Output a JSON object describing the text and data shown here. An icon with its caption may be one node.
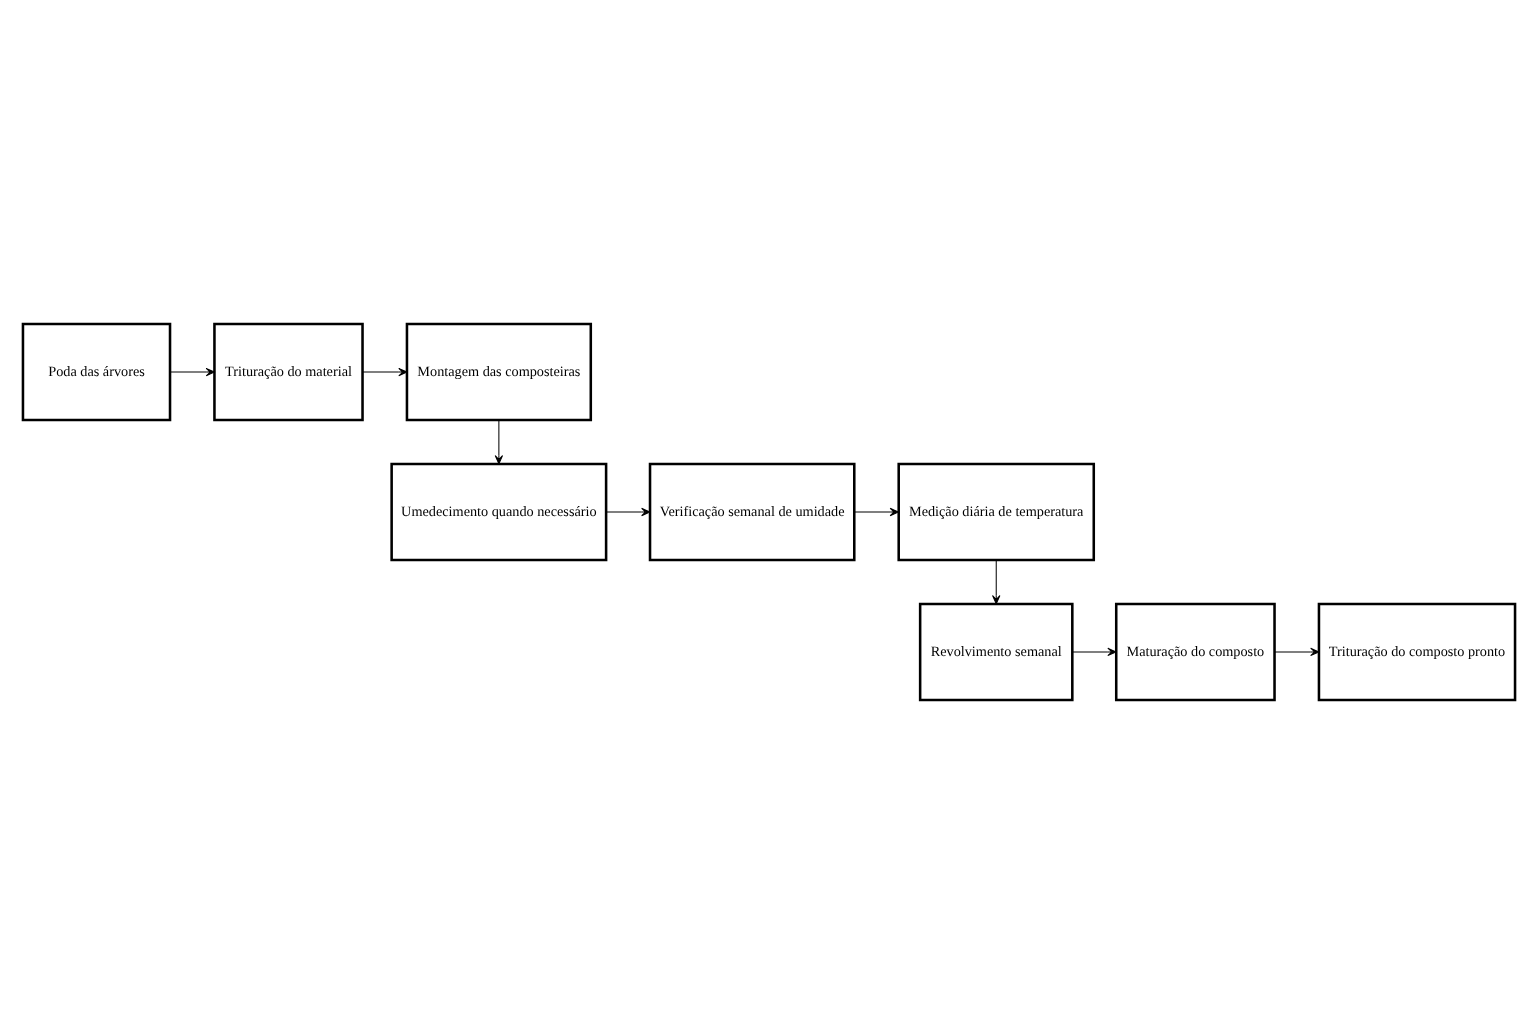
{
  "diagram": {
    "nodes": [
      {
        "text": [
          "Poda das árvores"
        ]
      },
      {
        "text": [
          "Trituração do material"
        ]
      },
      {
        "text": [
          "Montagem das composteiras"
        ]
      },
      {
        "text": [
          "Umedecimento quando necessário"
        ]
      },
      {
        "text": [
          "Verificação semanal de umidade"
        ]
      },
      {
        "text": [
          "Medição diária de temperatura"
        ]
      },
      {
        "text": [
          "Revolvimento semanal"
        ]
      },
      {
        "text": [
          "Maturação do composto"
        ]
      },
      {
        "text": [
          "Trituração do composto pronto"
        ]
      }
    ],
    "edges": [
      {
        "from": 0,
        "to": 1,
        "arrow": "to"
      },
      {
        "from": 1,
        "to": 2,
        "arrow": "to"
      },
      {
        "from": 2,
        "to": 3,
        "arrow": "to"
      },
      {
        "from": 3,
        "to": 4,
        "arrow": "to"
      },
      {
        "from": 4,
        "to": 5,
        "arrow": "to"
      },
      {
        "from": 5,
        "to": 6,
        "arrow": "to"
      },
      {
        "from": 6,
        "to": 7,
        "arrow": "to"
      },
      {
        "from": 7,
        "to": 8,
        "arrow": "to"
      }
    ]
  }
}
